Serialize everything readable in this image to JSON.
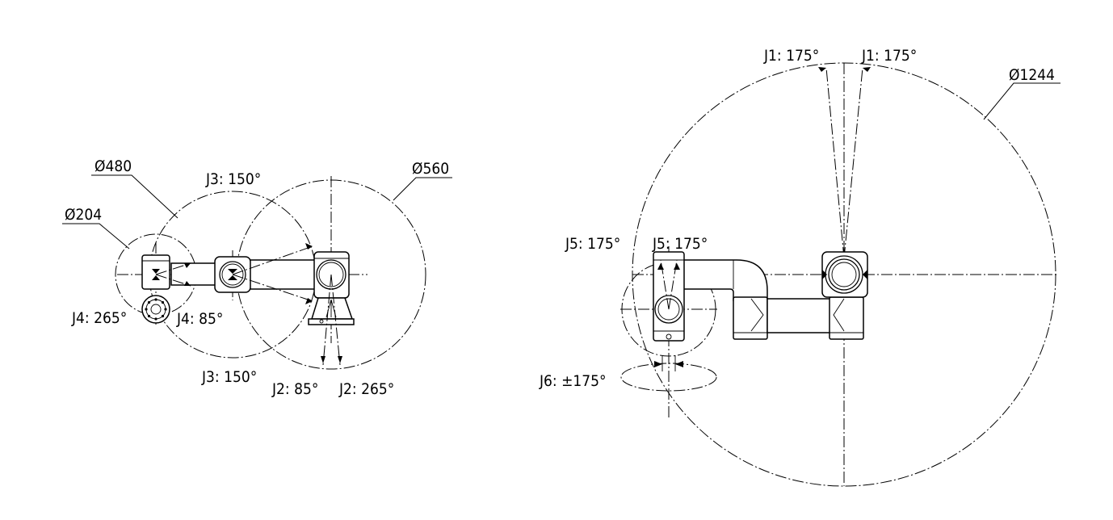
{
  "left_view": {
    "diameters": [
      "Ø480",
      "Ø204",
      "Ø560"
    ],
    "j3_upper": "J3: 150°",
    "j3_lower": "J3: 150°",
    "j4_left": "J4: 265°",
    "j4_right": "J4: 85°",
    "j2_left": "J2: 85°",
    "j2_right": "J2: 265°"
  },
  "right_view": {
    "diameter": "Ø1244",
    "j1_left": "J1: 175°",
    "j1_right": "J1: 175°",
    "j5_left": "J5: 175°",
    "j5_right": "J5: 175°",
    "j6": "J6: ±175°"
  }
}
